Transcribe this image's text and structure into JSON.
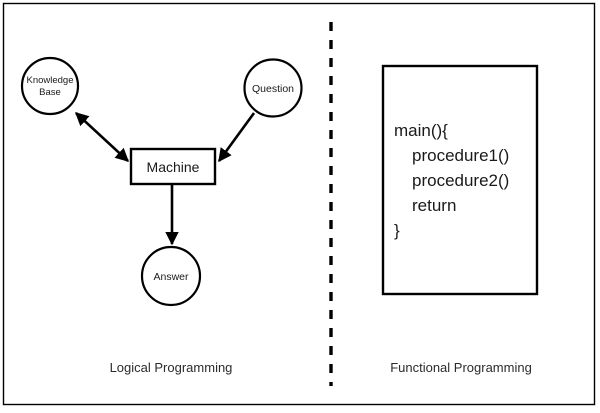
{
  "figure": {
    "background_color": "#ffffff",
    "stroke_color": "#000000",
    "text_color": "#1a1a1a",
    "border": {
      "present": true,
      "color": "#000000"
    },
    "divider": {
      "style": "dashed-vertical",
      "color": "#000000"
    }
  },
  "left_panel": {
    "caption": "Logical Programming",
    "nodes": {
      "knowledge_base": {
        "label_line1": "Knowledge",
        "label_line2": "Base",
        "shape": "circle"
      },
      "question": {
        "label": "Question",
        "shape": "circle"
      },
      "machine": {
        "label": "Machine",
        "shape": "rectangle"
      },
      "answer": {
        "label": "Answer",
        "shape": "circle"
      }
    },
    "edges": [
      {
        "from": "machine",
        "to": "knowledge_base",
        "direction": "bidirectional"
      },
      {
        "from": "question",
        "to": "machine",
        "direction": "unidirectional"
      },
      {
        "from": "machine",
        "to": "answer",
        "direction": "unidirectional"
      }
    ]
  },
  "right_panel": {
    "caption": "Functional Programming",
    "code_box": {
      "lines": [
        "main(){",
        "procedure1()",
        "procedure2()",
        "return",
        "}"
      ],
      "indents": [
        0,
        1,
        1,
        1,
        0
      ]
    }
  }
}
